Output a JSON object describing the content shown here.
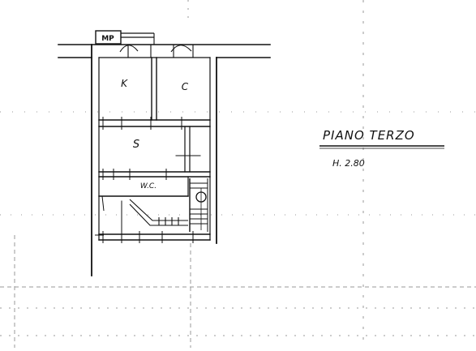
{
  "plan": {
    "rooms": {
      "k": "K",
      "c": "C",
      "s": "S",
      "wc": "W.C."
    },
    "meter_label": "MP",
    "title": "PIANO TERZO",
    "height": "H. 2.80"
  },
  "colors": {
    "ink": "#111111",
    "paper": "#ffffff",
    "grid": "#9a9a9a"
  }
}
